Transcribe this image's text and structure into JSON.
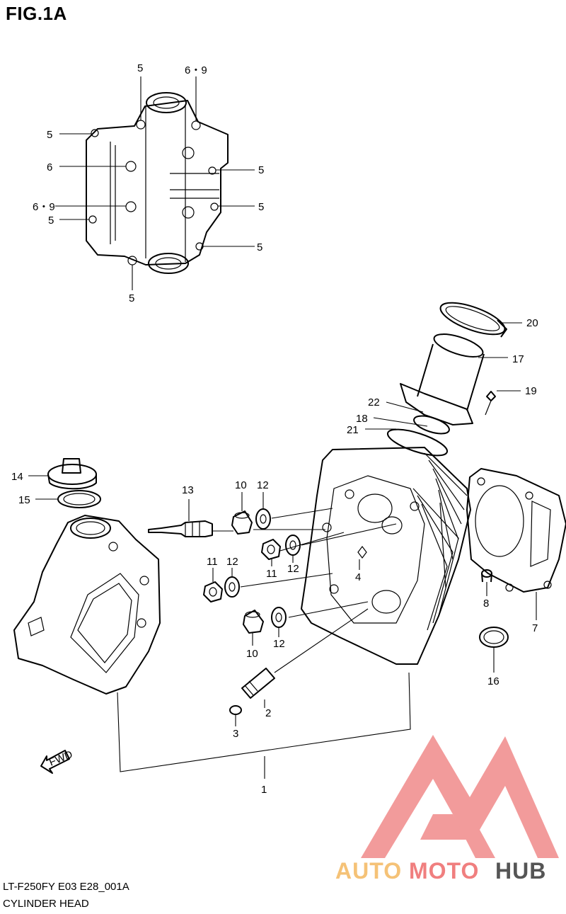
{
  "figure": {
    "title": "FIG.1A"
  },
  "footer": {
    "code": "LT-F250FY E03 E28_001A",
    "name": "CYLINDER HEAD"
  },
  "watermark": {
    "part1": "AUTO",
    "part2": "MOTO",
    "part3": "HUB",
    "color_red": "#f07f7f",
    "color_orange": "#f5c277",
    "color_gray": "#555555"
  },
  "fwd_label": "FWD",
  "callouts": {
    "c5a": "5",
    "c69a": "6・9",
    "c5b": "5",
    "c6": "6",
    "c5c": "5",
    "c69b": "6・9",
    "c5d": "5",
    "c5e": "5",
    "c5f": "5",
    "c5g": "5",
    "c20": "20",
    "c17": "17",
    "c19": "19",
    "c22": "22",
    "c18": "18",
    "c21": "21",
    "c14": "14",
    "c15": "15",
    "c13": "13",
    "c10a": "10",
    "c12a": "12",
    "c11a": "11",
    "c12b": "12",
    "c4": "4",
    "c11b": "11",
    "c12c": "12",
    "c10b": "10",
    "c12d": "12",
    "c8": "8",
    "c7": "7",
    "c16": "16",
    "c2": "2",
    "c3": "3",
    "c1": "1"
  }
}
